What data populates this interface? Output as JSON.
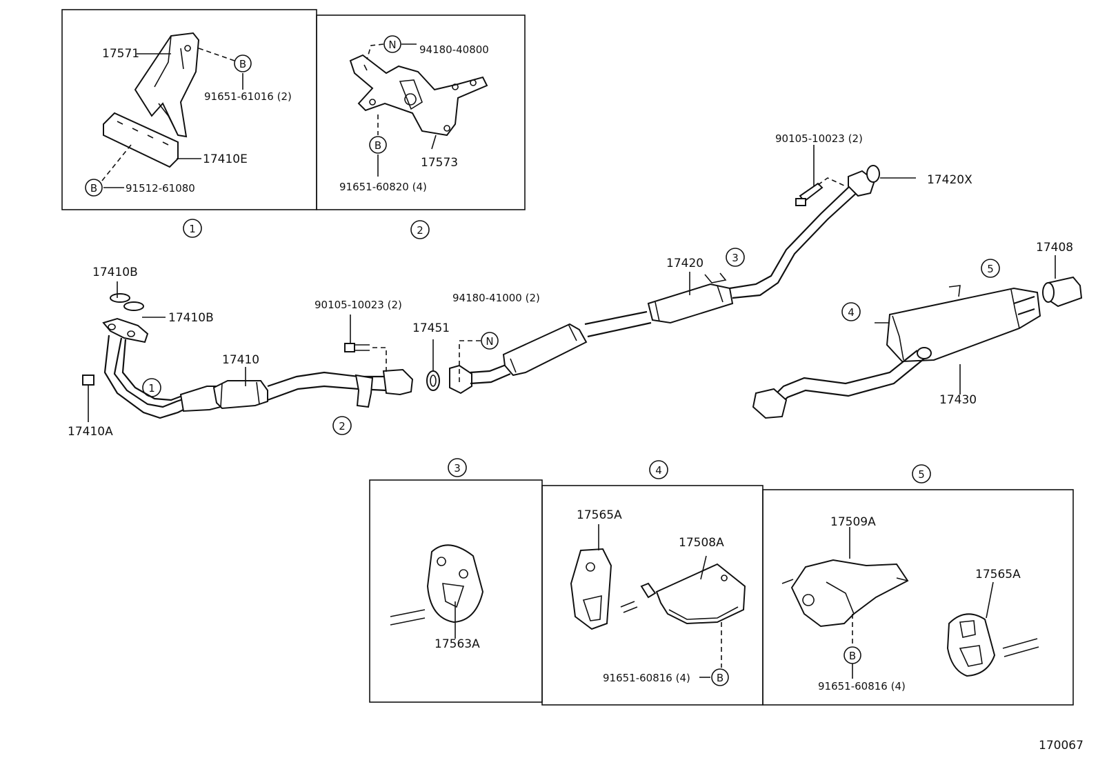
{
  "diagram_id": "170067",
  "callouts": {
    "c1": "1",
    "c2": "2",
    "c3": "3",
    "c4": "4",
    "c5": "5",
    "b": "B",
    "n": "N"
  },
  "detail1": {
    "p17571": "17571",
    "p91651_61016": "91651-61016 (2)",
    "p17410E": "17410E",
    "p91512_61080": "91512-61080"
  },
  "detail2": {
    "p94180_40800": "94180-40800",
    "p17573": "17573",
    "p91651_60820": "91651-60820 (4)"
  },
  "main": {
    "p17410B_a": "17410B",
    "p17410B_b": "17410B",
    "p17410A": "17410A",
    "p17410": "17410",
    "p90105_a": "90105-10023 (2)",
    "p17451": "17451",
    "p94180_41000": "94180-41000 (2)",
    "p17420": "17420",
    "p90105_b": "90105-10023 (2)",
    "p17420X": "17420X",
    "p17408": "17408",
    "p17430": "17430"
  },
  "detail3": {
    "p17563A": "17563A"
  },
  "detail4": {
    "p17565A": "17565A",
    "p17508A": "17508A",
    "p91651_60816": "91651-60816 (4)"
  },
  "detail5": {
    "p17509A": "17509A",
    "p17565A": "17565A",
    "p91651_60816": "91651-60816 (4)"
  }
}
